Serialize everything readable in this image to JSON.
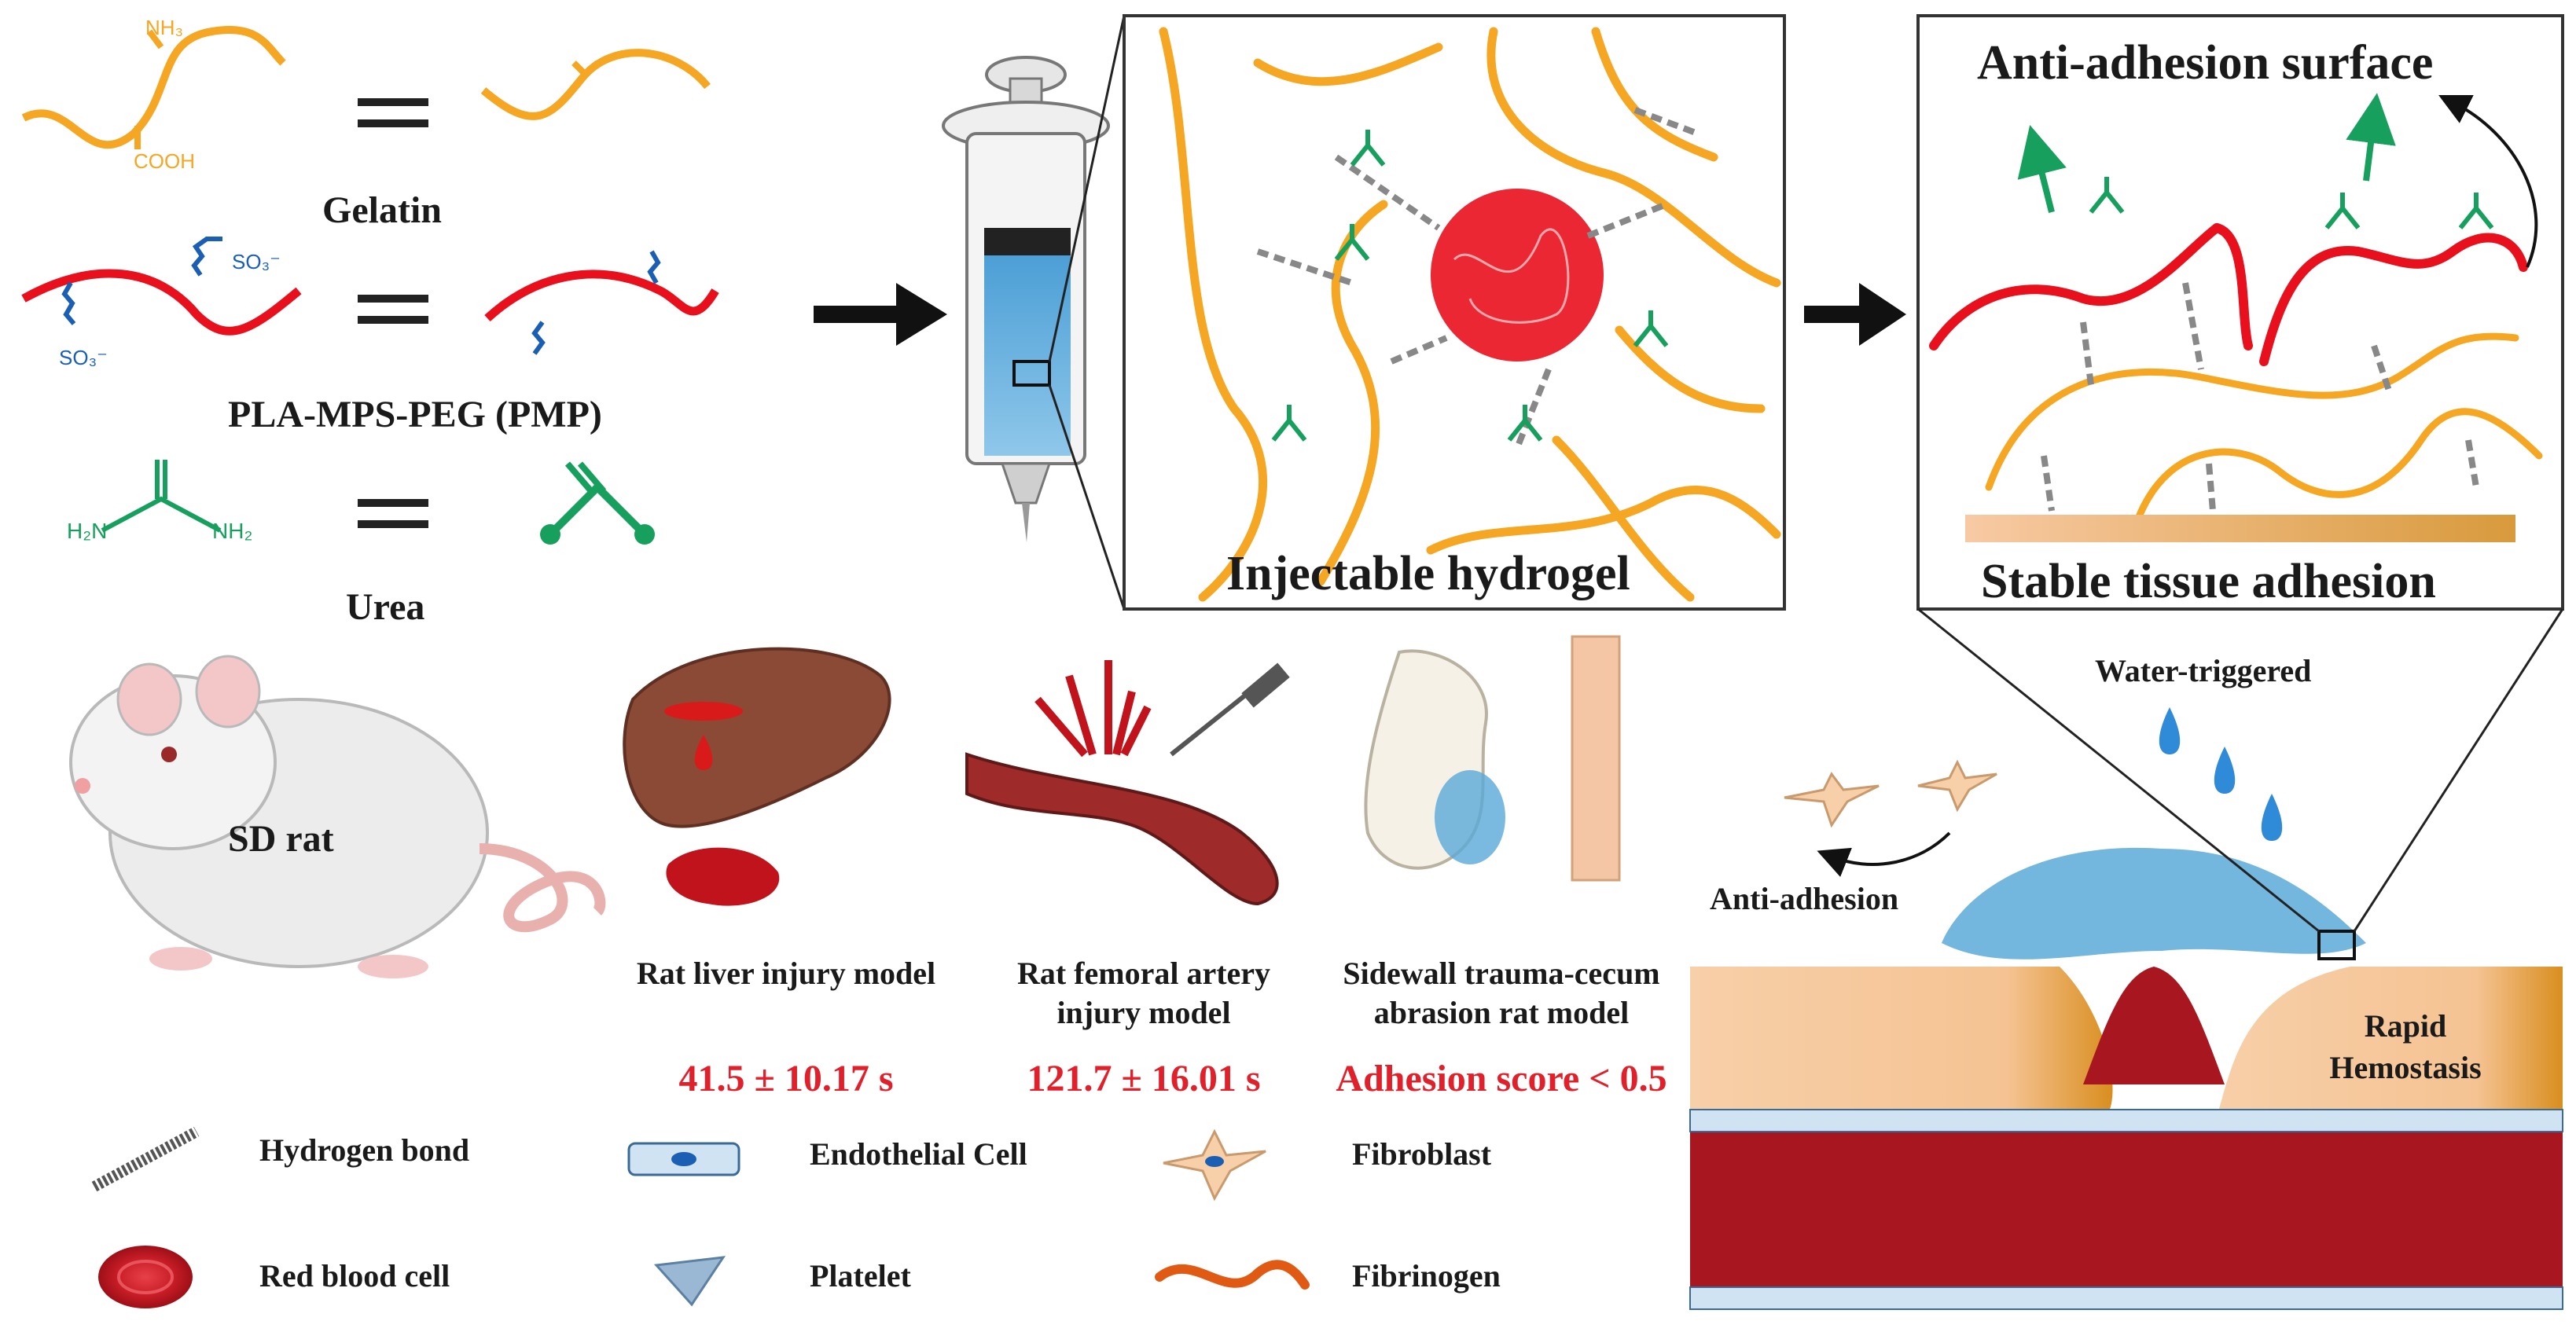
{
  "chemistry": {
    "gelatin": {
      "label": "Gelatin",
      "group_top": "NH₃",
      "group_bottom": "COOH"
    },
    "pmp": {
      "label": "PLA-MPS-PEG (PMP)",
      "group_top": "SO₃⁻",
      "group_bottom": "SO₃⁻"
    },
    "urea": {
      "label": "Urea",
      "group_left": "H₂N",
      "group_right": "NH₂"
    }
  },
  "panels": {
    "hydrogel": {
      "title": "Injectable hydrogel"
    },
    "surface": {
      "top_title": "Anti-adhesion surface",
      "bottom_title": "Stable tissue adhesion"
    }
  },
  "models": {
    "rat_label": "SD rat",
    "liver": {
      "caption": "Rat liver injury model",
      "result": "41.5 ± 10.17 s"
    },
    "artery": {
      "caption_line1": "Rat femoral artery",
      "caption_line2": "injury model",
      "result": "121.7 ± 16.01 s"
    },
    "cecum": {
      "caption_line1": "Sidewall trauma-cecum",
      "caption_line2": "abrasion rat model",
      "result": "Adhesion score < 0.5"
    }
  },
  "wound": {
    "water_label": "Water-triggered",
    "anti_adhesion_label": "Anti-adhesion",
    "hemostasis_line1": "Rapid",
    "hemostasis_line2": "Hemostasis"
  },
  "legend": [
    {
      "icon": "hydrogen-bond-icon",
      "label": "Hydrogen bond"
    },
    {
      "icon": "endothelial-cell-icon",
      "label": "Endothelial Cell"
    },
    {
      "icon": "fibroblast-icon",
      "label": "Fibroblast"
    },
    {
      "icon": "red-blood-cell-icon",
      "label": "Red blood cell"
    },
    {
      "icon": "platelet-icon",
      "label": "Platelet"
    },
    {
      "icon": "fibrinogen-icon",
      "label": "Fibrinogen"
    }
  ],
  "colors": {
    "gelatin": "#f5a623",
    "pmp": "#e8101c",
    "sulfonate": "#1b5fb5",
    "urea": "#17a05d",
    "result_text": "#e0202a",
    "blood": "#b0141c",
    "tissue": "#f7cfa8",
    "hydrogel_blue": "#5aa9d8"
  }
}
